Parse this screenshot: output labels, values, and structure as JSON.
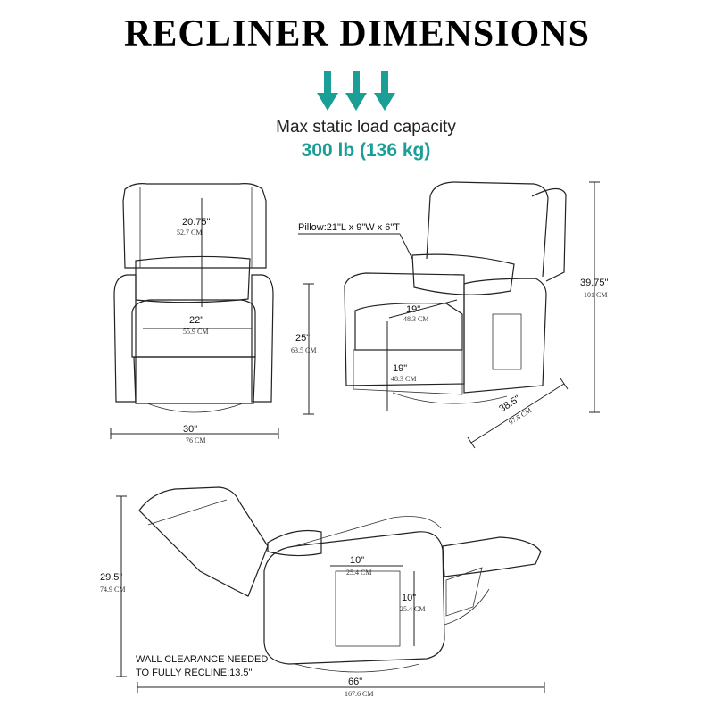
{
  "title": "RECLINER DIMENSIONS",
  "load": {
    "label": "Max static load capacity",
    "value_lb": "300 lb",
    "value_kg": "(136 kg)",
    "accent_color": "#1a9e96"
  },
  "front_view": {
    "back_height_in": "20.75\"",
    "back_height_cm": "52.7 CM",
    "seat_width_in": "22\"",
    "seat_width_cm": "55.9 CM",
    "seat_height_in": "25\"",
    "seat_height_cm": "63.5 CM",
    "width_in": "30\"",
    "width_cm": "76 CM"
  },
  "side_view": {
    "pillow": "Pillow:21\"L x 9\"W x 6\"T",
    "seat_depth_in": "19\"",
    "seat_depth_cm": "48.3 CM",
    "seat_height_in": "19\"",
    "seat_height_cm": "48.3 CM",
    "height_in": "39.75\"",
    "height_cm": "101 CM",
    "depth_in": "38.5\"",
    "depth_cm": "97.8 CM"
  },
  "reclined_view": {
    "height_in": "29.5\"",
    "height_cm": "74.9 CM",
    "pocket_width_in": "10\"",
    "pocket_width_cm": "25.4 CM",
    "pocket_height_in": "10\"",
    "pocket_height_cm": "25.4 CM",
    "wall_clearance_line1": "WALL CLEARANCE NEEDED",
    "wall_clearance_line2": "TO FULLY RECLINE:13.5\"",
    "length_in": "66\"",
    "length_cm": "167.6 CM"
  }
}
